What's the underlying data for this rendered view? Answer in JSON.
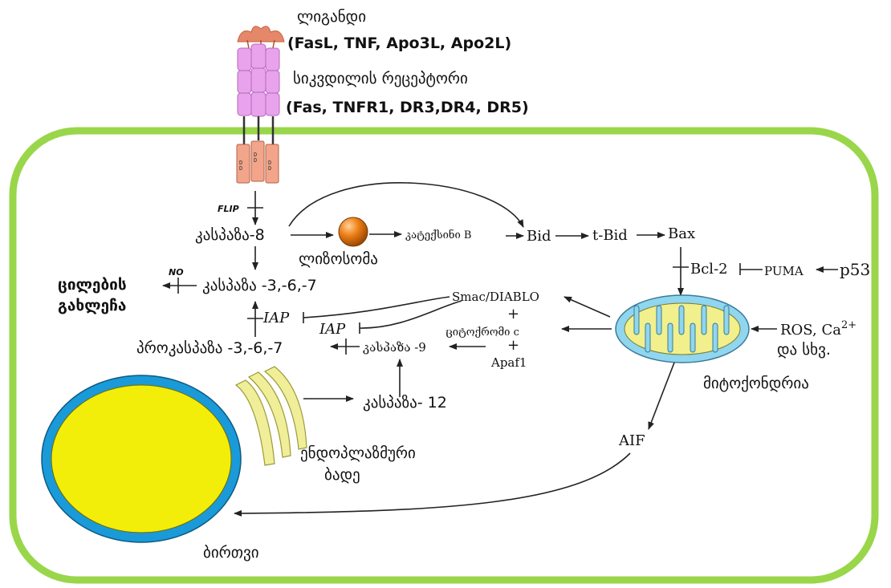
{
  "receptor": {
    "ligand_label": "ლიგანდი",
    "ligand_list": "(FasL, TNF, Apo3L, Apo2L)",
    "receptor_label": "სიკვდილის რეცეპტორი",
    "receptor_list": "(Fas, TNFR1, DR3,DR4, DR5)",
    "dd_label": "DD"
  },
  "caspase8_path": {
    "flip": "FLIP",
    "caspase8": "კასპაზა-8",
    "lysosome": "ლიზოსომა",
    "cathepsin": "კატექსინი B",
    "bid": "Bid",
    "tbid": "t-Bid",
    "bax": "Bax",
    "bcl2": "Bcl-2",
    "puma": "PUMA",
    "p53": "p53"
  },
  "execution": {
    "caspase367": "კასპაზა -3,-6,-7",
    "no": "NO",
    "cell_lysis_1": "ცილების",
    "cell_lysis_2": "გახლეჩა",
    "iap1": "IAP",
    "iap2": "IAP",
    "procaspase": "პროკასპაზა -3,-6,-7",
    "caspase9": "კასპაზა -9",
    "caspase12": "კასპაზა- 12"
  },
  "mito": {
    "smac": "Smac/DIABLO",
    "plus1": "+",
    "cytc": "ციტოქრომი c",
    "plus2": "+",
    "apaf": "Apaf1",
    "ros": "ROS, Ca",
    "ros_sup": "2+",
    "ros2": "და სხვ.",
    "mito_label": "მიტოქონდრია",
    "aif": "AIF"
  },
  "organelles": {
    "er_label_1": "ენდოპლაზმური",
    "er_label_2": "ბადე",
    "nucleus_label": "ბირთვი"
  },
  "colors": {
    "membrane": "#99d64a",
    "receptor_pink": "#e9a3ec",
    "ligand": "#e5886a",
    "lysosome": "#ec7d14",
    "mito_outer": "#8fd6ee",
    "mito_inner": "#f2f08c",
    "nucleus_outer": "#1a9ad8",
    "nucleus_inner": "#f3ee09",
    "er": "#f1ee9a"
  }
}
